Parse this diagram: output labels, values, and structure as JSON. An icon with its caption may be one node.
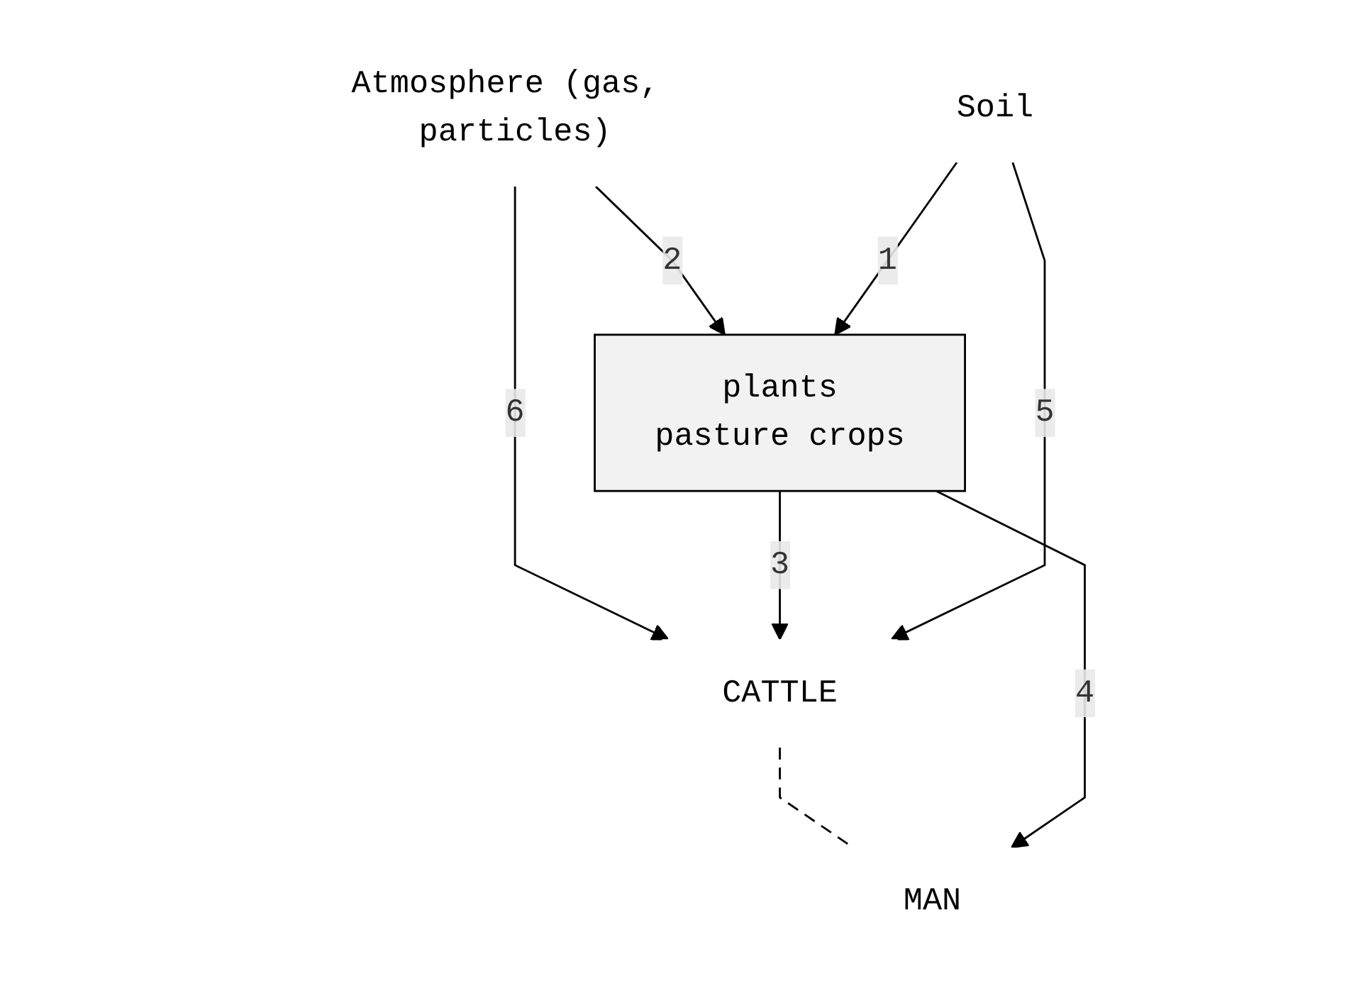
{
  "diagram": {
    "nodes": [
      {
        "text": [
          "Atmosphere (gas, particles)"
        ]
      },
      {
        "text": [
          "CATTLE"
        ]
      },
      {
        "text": [
          "MAN"
        ]
      },
      {
        "text": [
          "plants",
          "pasture crops"
        ]
      },
      {
        "text": [
          "Soil"
        ]
      }
    ],
    "edges": [
      {
        "from": 0,
        "to": 3,
        "arrow": "to",
        "label": "2"
      },
      {
        "from": 0,
        "to": 1,
        "arrow": "to",
        "label": "6"
      },
      {
        "from": 3,
        "to": 1,
        "arrow": "to",
        "label": "3"
      },
      {
        "from": 4,
        "to": 1,
        "arrow": "to",
        "label": "5"
      },
      {
        "from": 1,
        "to": 2,
        "arrow": "none",
        "style": "dashed"
      },
      {
        "from": 3,
        "to": 2,
        "arrow": "to",
        "label": "4"
      },
      {
        "from": 4,
        "to": 3,
        "arrow": "to",
        "label": "1"
      }
    ]
  }
}
